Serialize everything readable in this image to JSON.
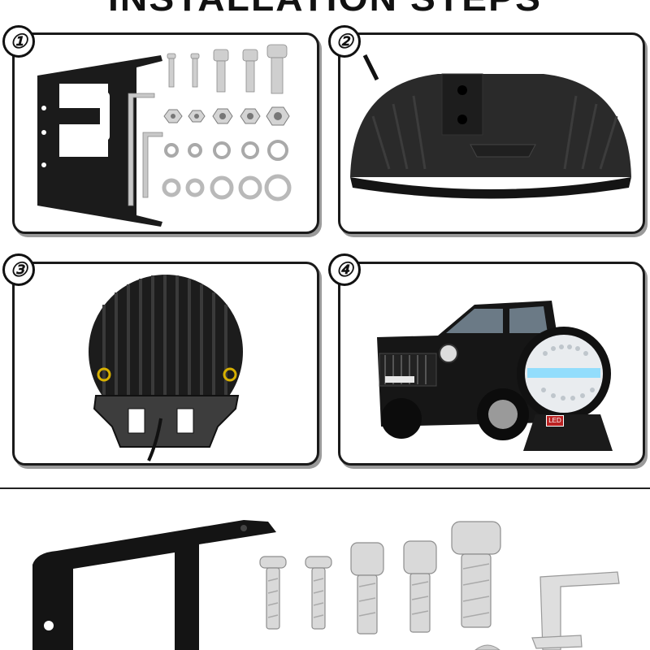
{
  "header": {
    "title": "INSTALLATION STEPS"
  },
  "steps": [
    {
      "number": "①"
    },
    {
      "number": "②"
    },
    {
      "number": "③"
    },
    {
      "number": "④"
    }
  ],
  "step4": {
    "light_badge": "LED"
  }
}
